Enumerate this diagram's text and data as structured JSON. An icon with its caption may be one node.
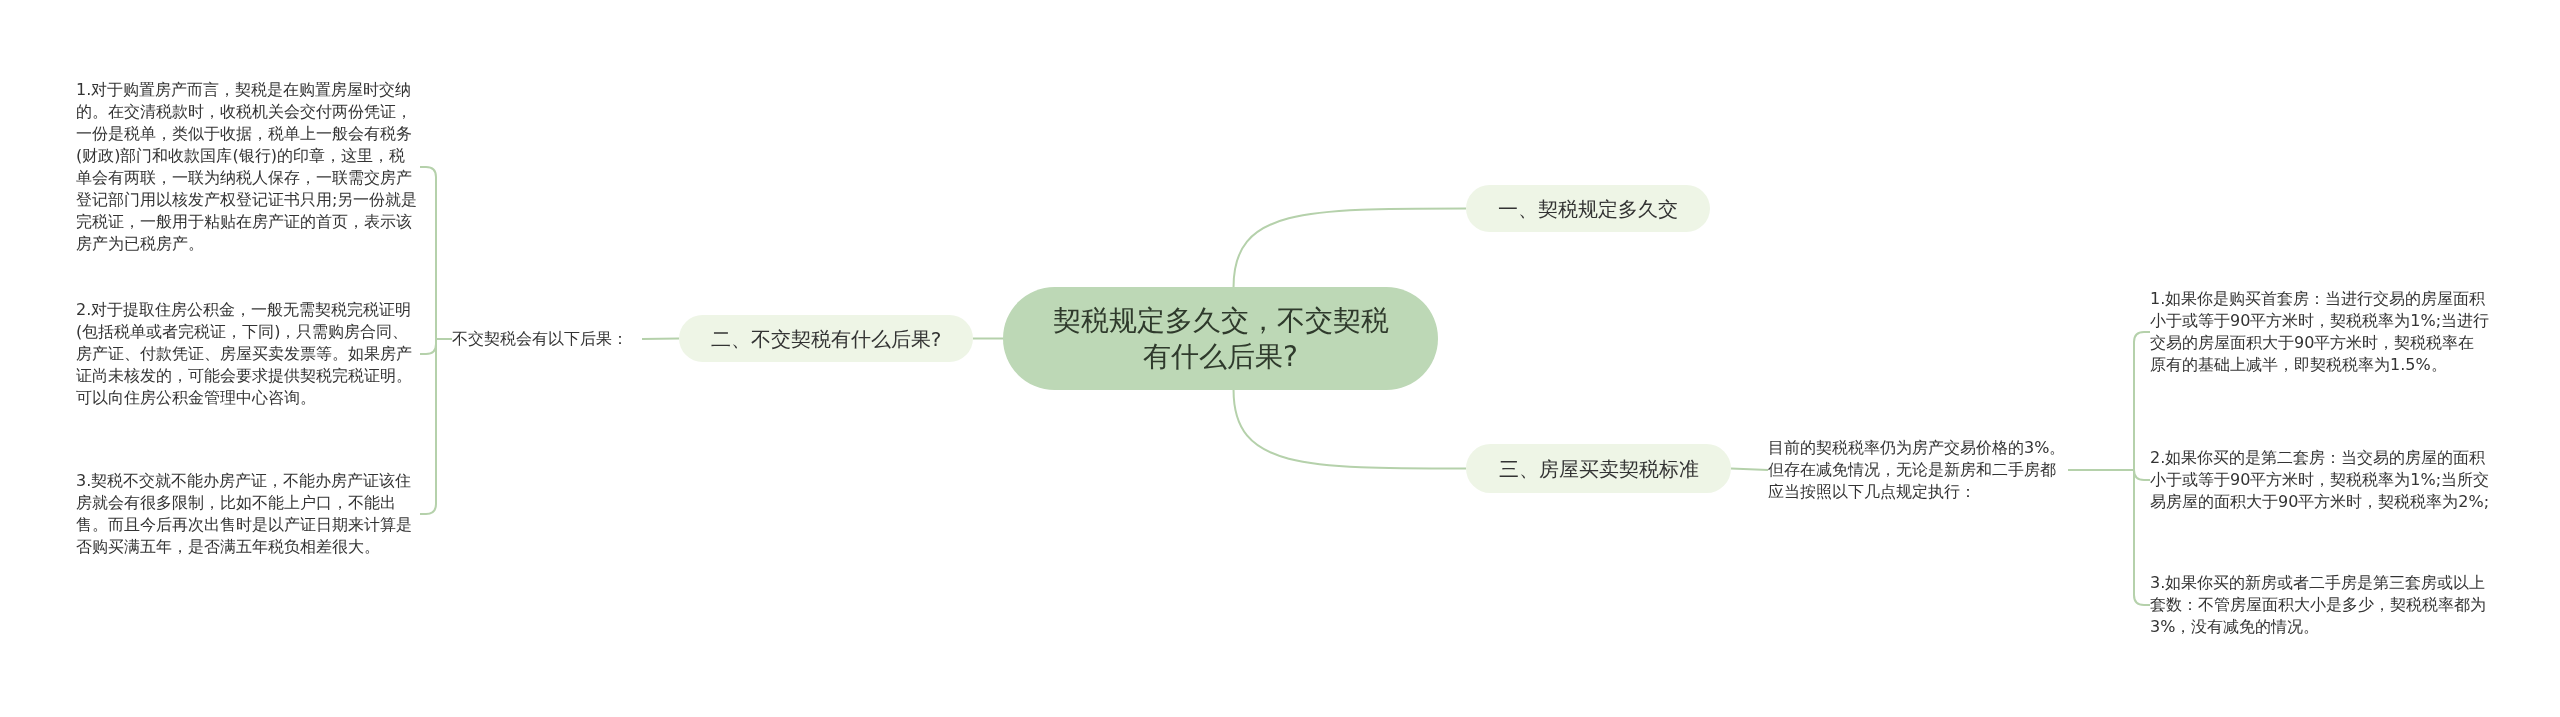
{
  "diagram": {
    "nodes": [
      {
        "text": [
          "契税规定多久交，不交契税有什么后果?"
        ]
      },
      {
        "text": [
          "一、契税规定多久交"
        ]
      },
      {
        "text": [
          "二、不交契税有什么后果?"
        ]
      },
      {
        "text": [
          "不交契税会有以下后果："
        ]
      },
      {
        "text": [
          "1.对于购置房产而言，契税是在购置房屋时交纳的。在交清税款时，收税机关会交付两份凭证，一份是税单，类似于收据，税单上一般会有税务(财政)部门和收款国库(银行)的印章，这里，税单会有两联，一联为纳税人保存，一联需交房产登记部门用以核发产权登记证书只用;另一份就是完税证，一般用于粘贴在房产证的首页，表示该房产为已税房产。"
        ]
      },
      {
        "text": [
          "2.对于提取住房公积金，一般无需契税完税证明(包括税单或者完税证，下同)，只需购房合同、房产证、付款凭证、房屋买卖发票等。如果房产证尚未核发的，可能会要求提供契税完税证明。可以向住房公积金管理中心咨询。"
        ]
      },
      {
        "text": [
          "3.契税不交就不能办房产证，不能办房产证该住房就会有很多限制，比如不能上户口，不能出售。而且今后再次出售时是以产证日期来计算是否购买满五年，是否满五年税负相差很大。"
        ]
      },
      {
        "text": [
          "三、房屋买卖契税标准"
        ]
      },
      {
        "text": [
          "目前的契税税率仍为房产交易价格的3%。但存在减免情况，无论是新房和二手房都应当按照以下几点规定执行："
        ]
      },
      {
        "text": [
          "1.如果你是购买首套房：当进行交易的房屋面积小于或等于90平方米时，契税税率为1%;当进行交易的房屋面积大于90平方米时，契税税率在原有的基础上减半，即契税税率为1.5%。"
        ]
      },
      {
        "text": [
          "2.如果你买的是第二套房：当交易的房屋的面积小于或等于90平方米时，契税税率为1%;当所交易房屋的面积大于90平方米时，契税税率为2%;"
        ]
      },
      {
        "text": [
          "3.如果你买的新房或者二手房是第三套房或以上套数：不管房屋面积大小是多少，契税税率都为3%，没有减免的情况。"
        ]
      }
    ],
    "edges": [
      {
        "from": 0,
        "to": 1,
        "arrow": "none"
      },
      {
        "from": 0,
        "to": 2,
        "arrow": "none"
      },
      {
        "from": 2,
        "to": 3,
        "arrow": "none"
      },
      {
        "from": 3,
        "to": 4,
        "arrow": "none"
      },
      {
        "from": 3,
        "to": 5,
        "arrow": "none"
      },
      {
        "from": 3,
        "to": 6,
        "arrow": "none"
      },
      {
        "from": 0,
        "to": 7,
        "arrow": "none"
      },
      {
        "from": 7,
        "to": 8,
        "arrow": "none"
      },
      {
        "from": 8,
        "to": 9,
        "arrow": "none"
      },
      {
        "from": 8,
        "to": 10,
        "arrow": "none"
      },
      {
        "from": 8,
        "to": 11,
        "arrow": "none"
      }
    ]
  }
}
